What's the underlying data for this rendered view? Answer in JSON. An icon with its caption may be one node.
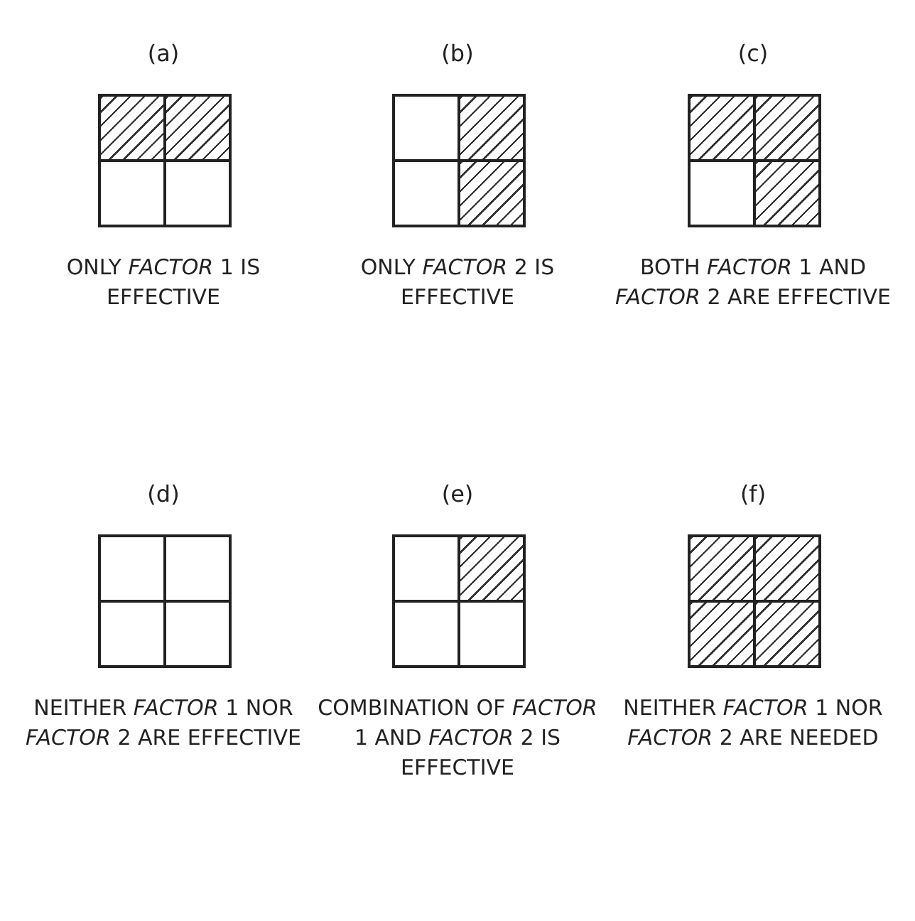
{
  "diagram": {
    "nodes": [
      {
        "text": [
          "(a)"
        ],
        "beside": [
          "ONLY *FACTOR* 1 IS EFFECTIVE"
        ]
      },
      {
        "text": [],
        "shape": "box",
        "in": 0
      },
      {
        "text": [],
        "shape": "box",
        "in": 0
      },
      {
        "text": [],
        "shape": "box",
        "in": 0
      },
      {
        "text": [],
        "shape": "box",
        "in": 0
      },
      {
        "text": [
          "(b)"
        ],
        "beside": [
          "ONLY *FACTOR* 2 IS EFFECTIVE"
        ]
      },
      {
        "text": [],
        "shape": "box",
        "in": 5
      },
      {
        "text": [],
        "shape": "box",
        "in": 5
      },
      {
        "text": [],
        "shape": "box",
        "in": 5
      },
      {
        "text": [],
        "shape": "box",
        "in": 5
      },
      {
        "text": [
          "(c)"
        ],
        "beside": [
          "BOTH *FACTOR* 1 AND *FACTOR* 2 ARE EFFECTIVE"
        ]
      },
      {
        "text": [],
        "shape": "box",
        "in": 10
      },
      {
        "text": [],
        "shape": "box",
        "in": 10
      },
      {
        "text": [],
        "shape": "box",
        "in": 10
      },
      {
        "text": [],
        "shape": "box",
        "in": 10
      },
      {
        "text": [
          "(d)"
        ],
        "beside": [
          "NEITHER *FACTOR* 1 NOR *FACTOR* 2 ARE EFFECTIVE"
        ]
      },
      {
        "text": [],
        "shape": "box",
        "in": 15
      },
      {
        "text": [],
        "shape": "box",
        "in": 15
      },
      {
        "text": [],
        "shape": "box",
        "in": 15
      },
      {
        "text": [],
        "shape": "box",
        "in": 15
      },
      {
        "text": [
          "(e)"
        ],
        "beside": [
          "COMBINATION OF *FACTOR* 1 AND *FACTOR* 2 IS EFFECTIVE"
        ]
      },
      {
        "text": [],
        "shape": "box",
        "in": 20
      },
      {
        "text": [],
        "shape": "box",
        "in": 20
      },
      {
        "text": [],
        "shape": "box",
        "in": 20
      },
      {
        "text": [],
        "shape": "box",
        "in": 20
      },
      {
        "text": [
          "(f)"
        ],
        "beside": [
          "NEITHER *FACTOR* 1 NOR *FACTOR* 2 ARE NEEDED"
        ]
      },
      {
        "text": [],
        "shape": "box",
        "in": 25
      },
      {
        "text": [],
        "shape": "box",
        "in": 25
      },
      {
        "text": [],
        "shape": "box",
        "in": 25
      },
      {
        "text": [],
        "shape": "box",
        "in": 25
      }
    ]
  }
}
